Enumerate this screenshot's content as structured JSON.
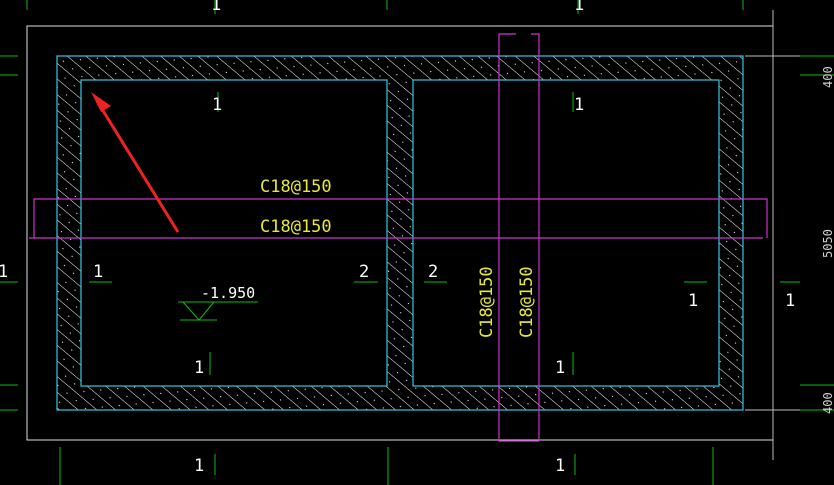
{
  "drawing": {
    "rebar_labels": {
      "top_bar_upper": "C18@150",
      "top_bar_lower": "C18@150",
      "vertical_left": "C18@150",
      "vertical_right": "C18@150"
    },
    "elevation": "-1.950",
    "section_marks": {
      "top_left": "1",
      "top_right": "1",
      "left_room_top": "1",
      "right_room_top": "1",
      "left_outer": "1",
      "left_room_left": "1",
      "left_room_right": "2",
      "right_room_left": "2",
      "right_room_right": "1",
      "right_outer": "1",
      "left_room_bottom": "1",
      "right_room_bottom": "1",
      "bottom_left": "1",
      "bottom_right": "1"
    },
    "dimensions": {
      "right_top": "400",
      "right_mid": "5050",
      "right_bottom": "400"
    },
    "colors": {
      "wall_outline": "#33c8e6",
      "hatch": "#ffffff",
      "rebar": "#cc33cc",
      "grid": "#11bb11",
      "text_yellow": "#e8e83a",
      "arrow": "#ee2222"
    }
  }
}
